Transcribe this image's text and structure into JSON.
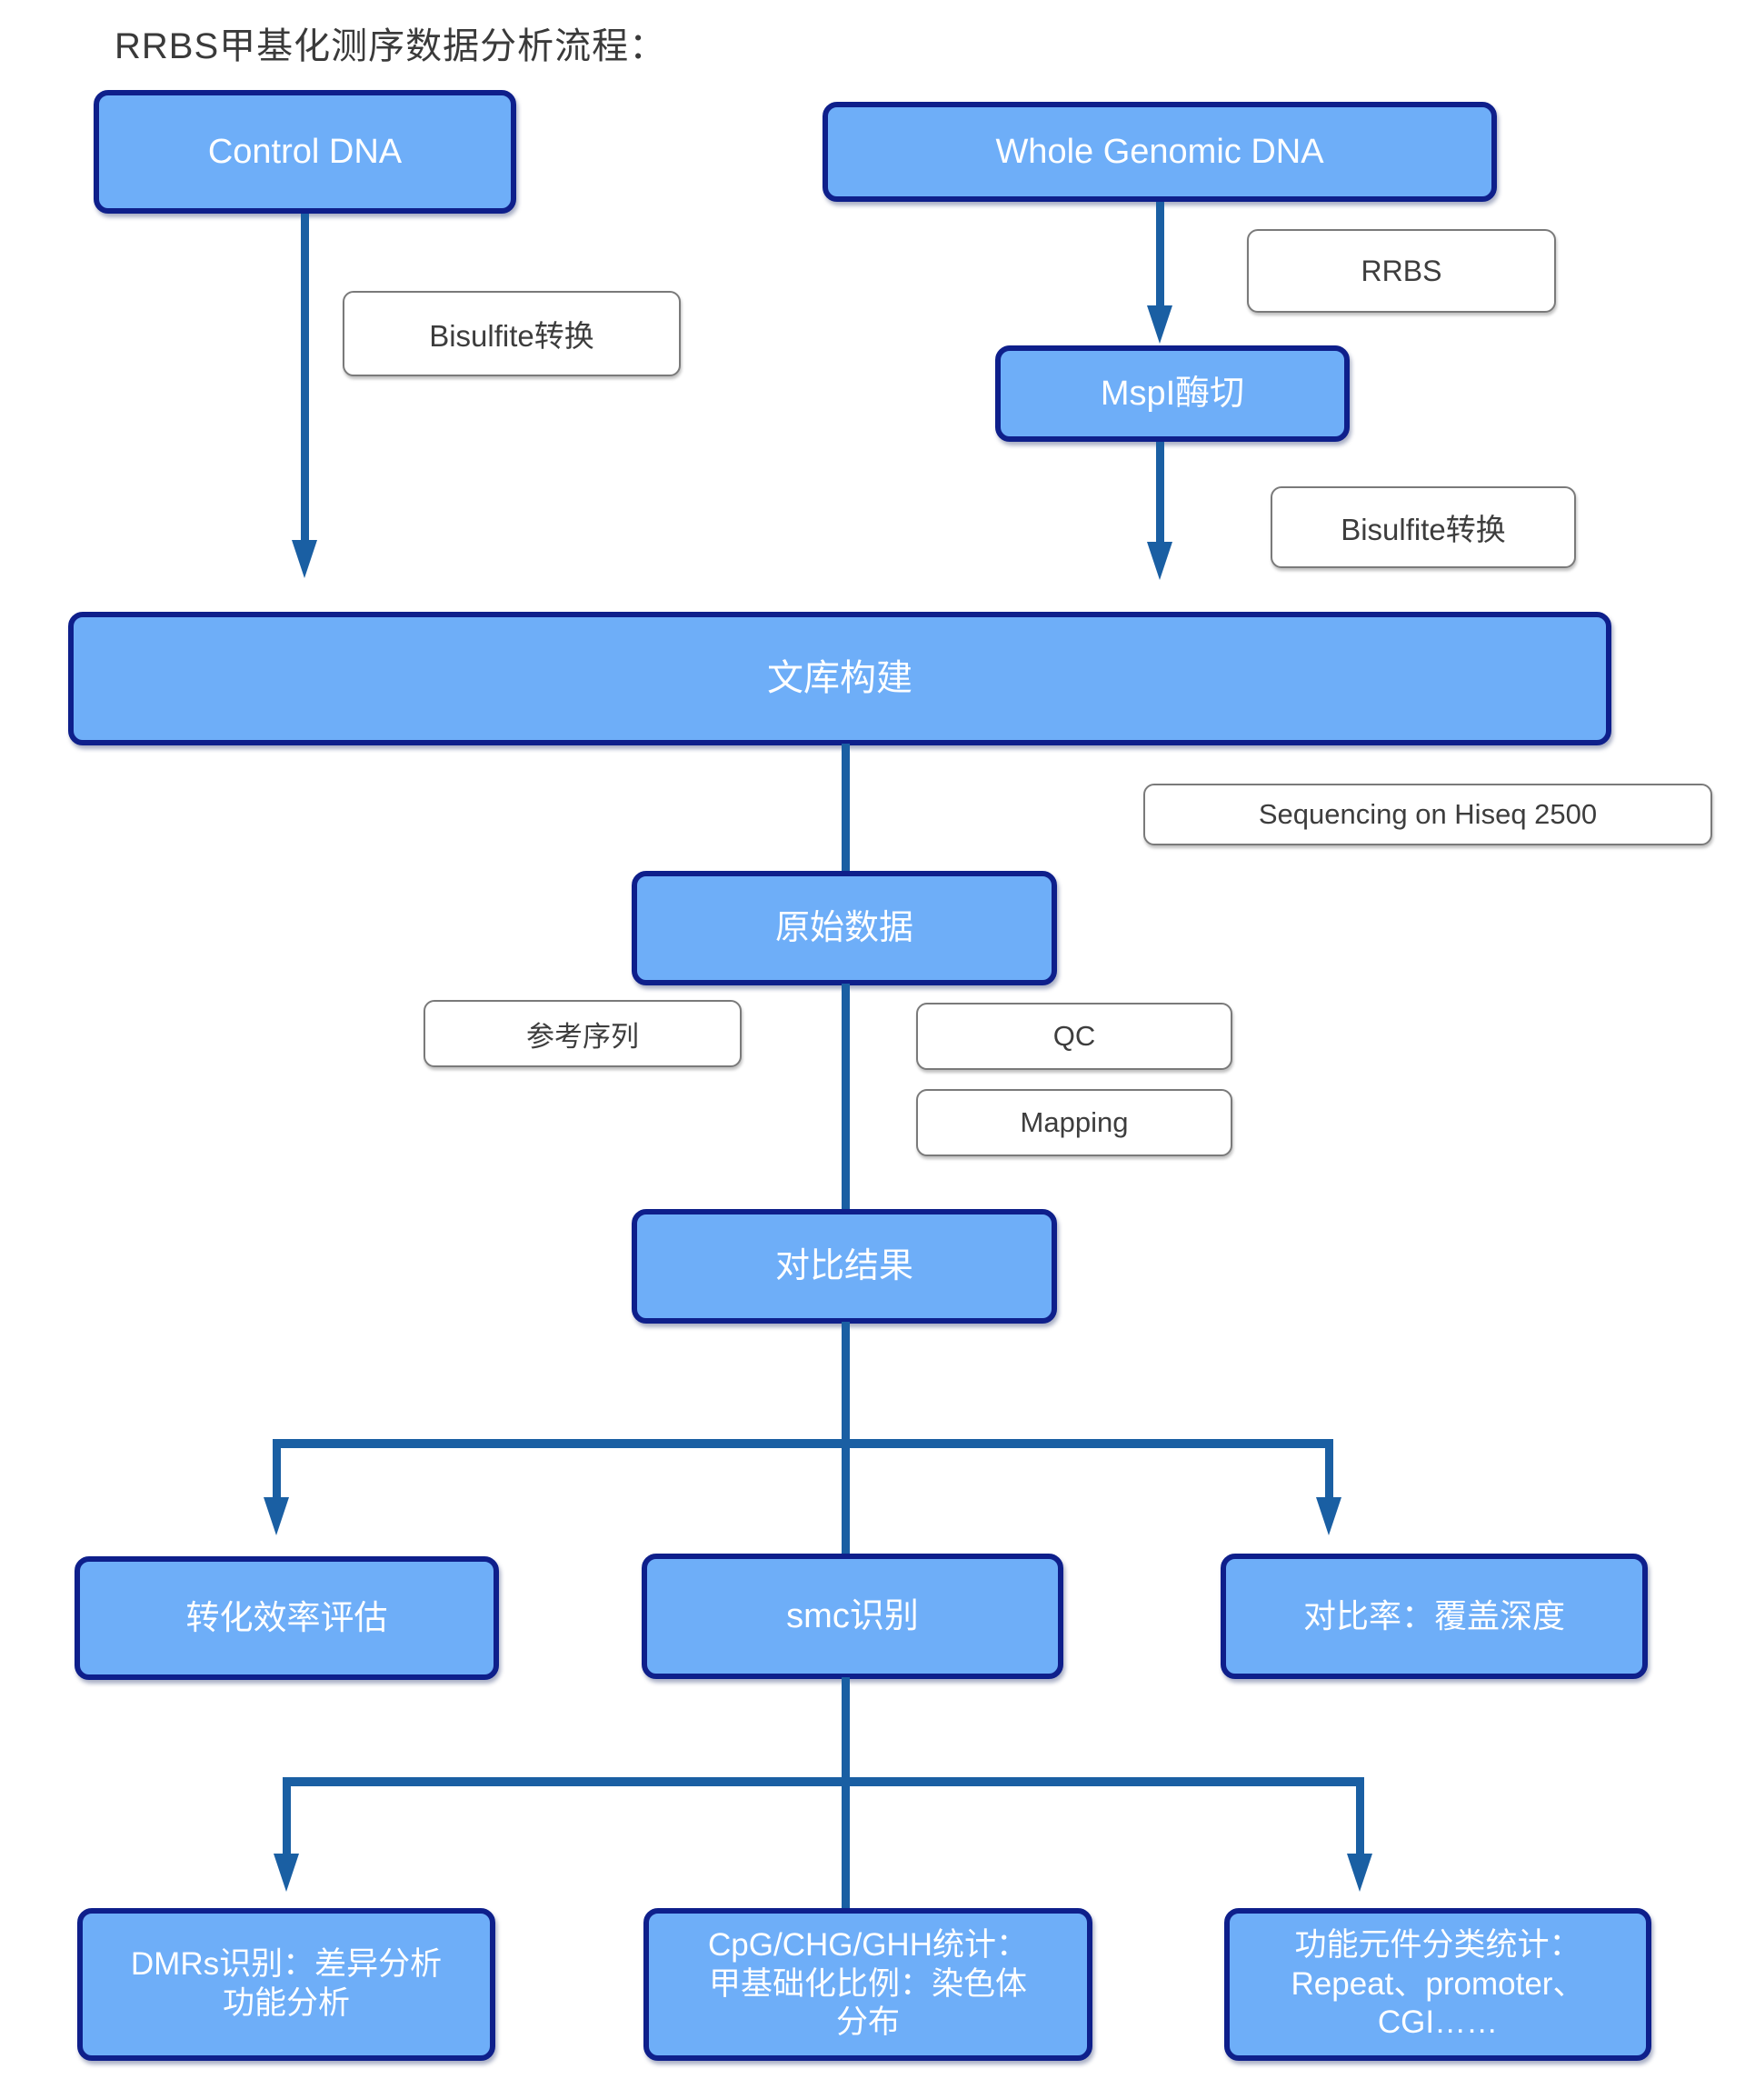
{
  "title": "RRBS甲基化测序数据分析流程：",
  "nodes": {
    "control_dna": {
      "label": "Control DNA"
    },
    "whole_genomic_dna": {
      "label": "Whole Genomic DNA"
    },
    "mspi_digestion": {
      "label": "MspI酶切"
    },
    "library_construction": {
      "label": "文库构建"
    },
    "raw_data": {
      "label": "原始数据"
    },
    "alignment_result": {
      "label": "对比结果"
    },
    "conversion_efficiency": {
      "label": "转化效率评估"
    },
    "smc_identification": {
      "label": "smc识别"
    },
    "ratio_depth": {
      "label": "对比率：覆盖深度"
    },
    "dmrs": {
      "lines": [
        "DMRs识别：差异分析",
        "功能分析"
      ]
    },
    "cpg_stats": {
      "lines": [
        "CpG/CHG/GHH统计：",
        "甲基础化比例：染色体",
        "分布"
      ]
    },
    "functional_elements": {
      "lines": [
        "功能元件分类统计：",
        "Repeat、promoter、",
        "CGI……"
      ]
    }
  },
  "labels": {
    "bisulfite_left": "Bisulfite转换",
    "rrbs": "RRBS",
    "bisulfite_right": "Bisulfite转换",
    "sequencing": "Sequencing on Hiseq 2500",
    "reference_sequence": "参考序列",
    "qc": "QC",
    "mapping": "Mapping"
  },
  "colors": {
    "node_fill": "#6EAEF8",
    "node_border": "#0E1F8B",
    "connector": "#1A5FA3",
    "label_border": "#7A7A7A",
    "label_text": "#3D3D3D",
    "node_text": "#FFFFFF",
    "title_text": "#3A3A3A"
  }
}
